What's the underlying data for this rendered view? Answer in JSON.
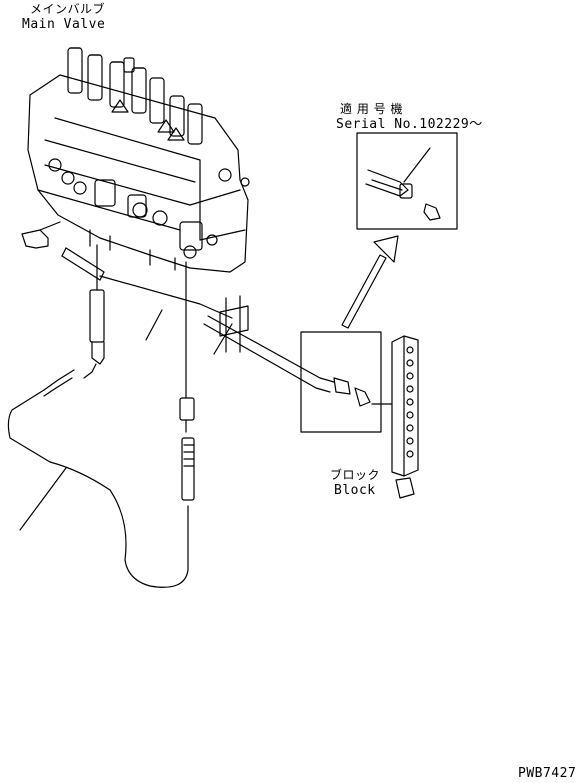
{
  "labels": {
    "main_valve_jp": "メインバルブ",
    "main_valve_en": "Main Valve",
    "serial_jp": "適 用 号 機",
    "serial_en": "Serial No.102229～",
    "block_jp": "ブロック",
    "block_en": "Block",
    "drawing_id": "PWB7427"
  },
  "colors": {
    "ink": "#000000",
    "paper": "#ffffff"
  }
}
